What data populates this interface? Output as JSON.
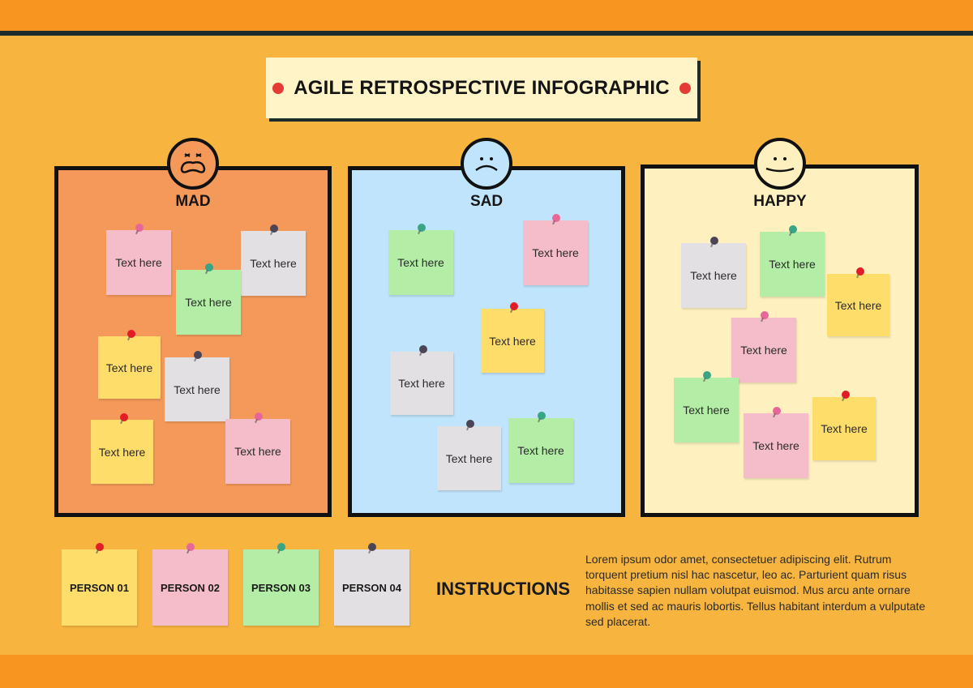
{
  "title": "AGILE RETROSPECTIVE INFOGRAPHIC",
  "colors": {
    "background": "#f7b540",
    "band": "#f79520",
    "dark_line": "#1d2b2b",
    "title_bg": "#fff3c8",
    "title_dot": "#e53b35",
    "mad_bg": "#f4995a",
    "sad_bg": "#bfe4fb",
    "happy_bg": "#fff1bf",
    "note_yellow": "#fedd6a",
    "note_pink": "#f5bcc9",
    "note_green": "#b3eda6",
    "note_gray": "#e3e0e3"
  },
  "panels": [
    {
      "label": "MAD",
      "face": "angry-face-icon",
      "notes": [
        {
          "text": "Text here",
          "color": "pink"
        },
        {
          "text": "Text here",
          "color": "gray"
        },
        {
          "text": "Text here",
          "color": "green"
        },
        {
          "text": "Text here",
          "color": "yellow"
        },
        {
          "text": "Text here",
          "color": "gray"
        },
        {
          "text": "Text here",
          "color": "yellow"
        },
        {
          "text": "Text here",
          "color": "pink"
        }
      ]
    },
    {
      "label": "SAD",
      "face": "sad-face-icon",
      "notes": [
        {
          "text": "Text here",
          "color": "green"
        },
        {
          "text": "Text here",
          "color": "pink"
        },
        {
          "text": "Text here",
          "color": "yellow"
        },
        {
          "text": "Text here",
          "color": "gray"
        },
        {
          "text": "Text here",
          "color": "gray"
        },
        {
          "text": "Text here",
          "color": "green"
        }
      ]
    },
    {
      "label": "HAPPY",
      "face": "happy-face-icon",
      "notes": [
        {
          "text": "Text here",
          "color": "gray"
        },
        {
          "text": "Text here",
          "color": "green"
        },
        {
          "text": "Text here",
          "color": "yellow"
        },
        {
          "text": "Text here",
          "color": "pink"
        },
        {
          "text": "Text here",
          "color": "green"
        },
        {
          "text": "Text here",
          "color": "pink"
        },
        {
          "text": "Text here",
          "color": "yellow"
        }
      ]
    }
  ],
  "persons": [
    {
      "label": "PERSON 01",
      "color": "yellow"
    },
    {
      "label": "PERSON 02",
      "color": "pink"
    },
    {
      "label": "PERSON 03",
      "color": "green"
    },
    {
      "label": "PERSON 04",
      "color": "gray"
    }
  ],
  "instructions": {
    "title": "INSTRUCTIONS",
    "body": "Lorem ipsum odor amet, consectetuer adipiscing elit. Rutrum torquent pretium nisl hac nascetur, leo ac. Parturient quam risus habitasse sapien nullam volutpat euismod. Mus arcu ante ornare mollis et sed ac mauris lobortis. Tellus habitant interdum a vulputate sed placerat."
  }
}
